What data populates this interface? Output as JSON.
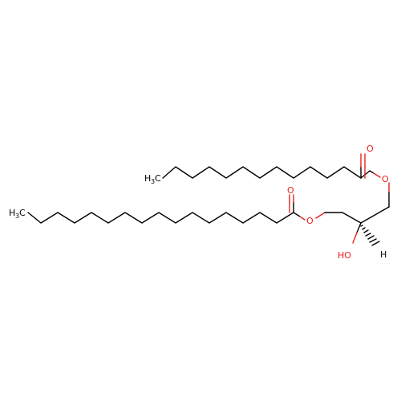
{
  "molecule": {
    "labels": {
      "methyl_top": {
        "main": "H",
        "sub": "3",
        "tail": "C"
      },
      "methyl_left": {
        "main": "H",
        "sub": "3",
        "tail": "C"
      },
      "carbonyl_o_top": "O",
      "ester_o_top": "O",
      "carbonyl_o_left": "O",
      "ester_o_left": "O",
      "hydroxyl": "HO",
      "stereo_h": "H"
    },
    "colors": {
      "bond": "#000000",
      "heteroatom": "#e8211f"
    }
  }
}
